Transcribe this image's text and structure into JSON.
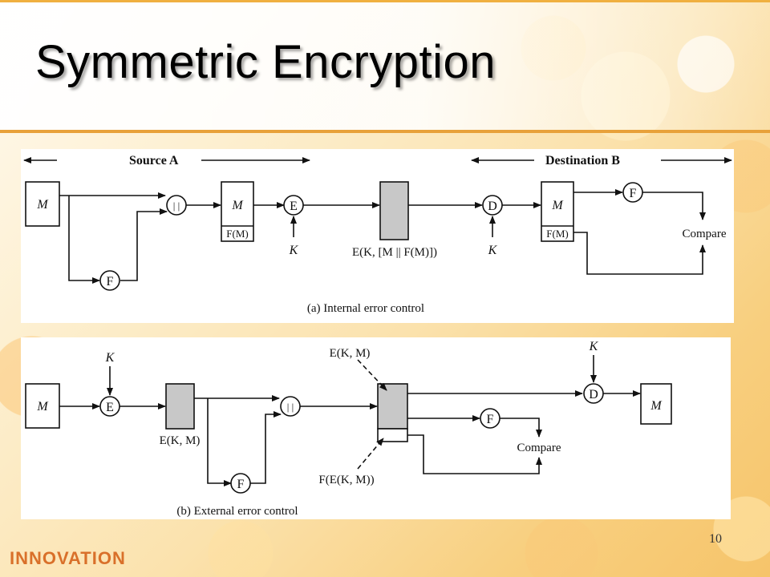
{
  "slide": {
    "title": "Symmetric Encryption",
    "page_number": "10",
    "brand": "INNOVATION"
  },
  "diagram_a": {
    "source_label": "Source A",
    "destination_label": "Destination B",
    "message": "M",
    "concat": "| |",
    "func_f": "F",
    "func_e": "E",
    "func_d": "D",
    "key": "K",
    "fm_label": "F(M)",
    "ciphertext": "E(K, [M || F(M)])",
    "compare": "Compare",
    "caption": "(a) Internal error control"
  },
  "diagram_b": {
    "message": "M",
    "concat": "| |",
    "func_f": "F",
    "func_e": "E",
    "func_d": "D",
    "key": "K",
    "ekm_label": "E(K, M)",
    "ekm_top_label": "E(K, M)",
    "fekm_label": "F(E(K, M))",
    "compare": "Compare",
    "caption": "(b) External error control"
  }
}
